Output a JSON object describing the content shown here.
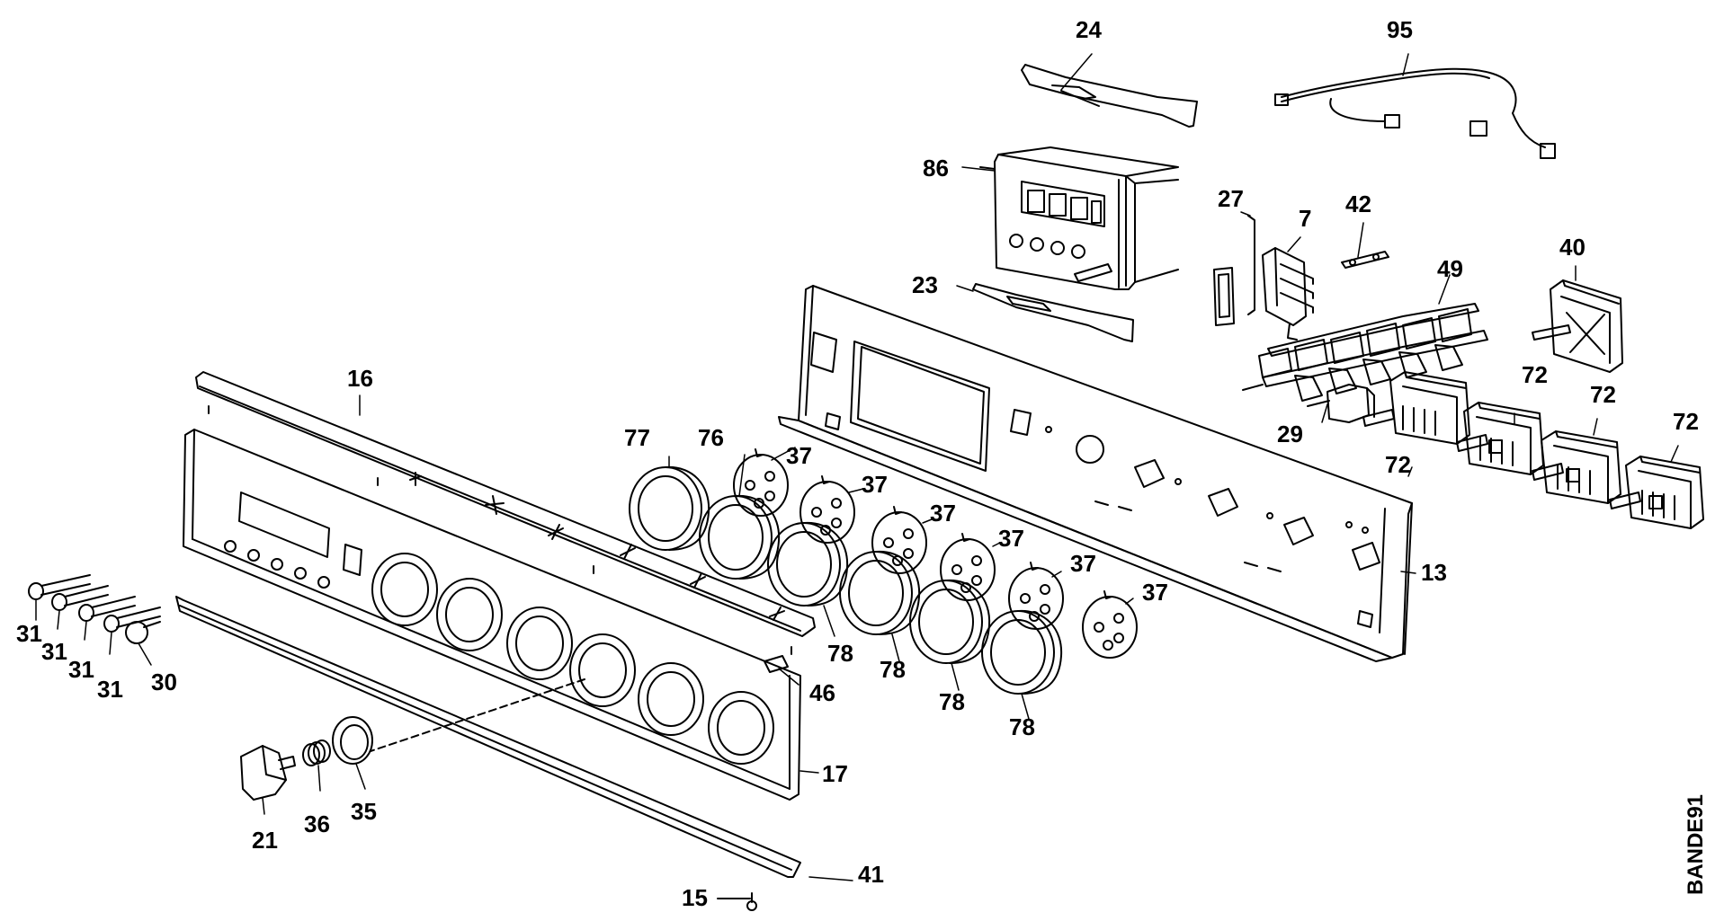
{
  "drawing_code": "BANDE91",
  "ink_color": "#000000",
  "background_color": "#ffffff",
  "part_labels": {
    "p24": "24",
    "p95": "95",
    "p86": "86",
    "p27": "27",
    "p7": "7",
    "p42": "42",
    "p40": "40",
    "p49": "49",
    "p23": "23",
    "p16": "16",
    "p77": "77",
    "p76": "76",
    "p37a": "37",
    "p37b": "37",
    "p37c": "37",
    "p37d": "37",
    "p37e": "37",
    "p37f": "37",
    "p72a": "72",
    "p72b": "72",
    "p72c": "72",
    "p72d": "72",
    "p29": "29",
    "p13": "13",
    "p78a": "78",
    "p78b": "78",
    "p78c": "78",
    "p78d": "78",
    "p46": "46",
    "p31a": "31",
    "p31b": "31",
    "p31c": "31",
    "p31d": "31",
    "p30": "30",
    "p17": "17",
    "p21": "21",
    "p36": "36",
    "p35": "35",
    "p41": "41",
    "p15": "15"
  }
}
